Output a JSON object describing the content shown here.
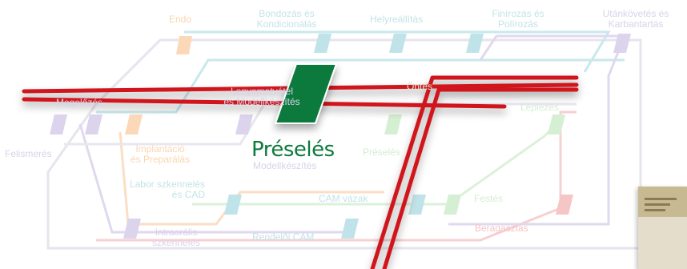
{
  "diagram": {
    "highlight_label": "Préselés",
    "labels": {
      "endo": "Endo",
      "bondozas": "Bondozás és\nKondicionálás",
      "helyreallitas": "Helyreállítás",
      "finirozas": "Finírozás és\nPolírozás",
      "utankovetes": "Utánkövetés és\nKarbantartás",
      "megelozes": "Megelőzés",
      "lenyomatvetel": "Lenyomatvétel\nés Modellkészítés",
      "onto": "Öntés",
      "leplezes": "Leplezés",
      "felismeres": "Felismerés",
      "implantacio": "Implantáció\nés Preparálás",
      "modellkeszites": "Modellkészítés",
      "preseles_small": "Préselés",
      "labor": "Labor szkennelés\nés CAD",
      "cam_vazak": "CAM vázak",
      "festes": "Festés",
      "beragasztas": "Beragasztás",
      "intraoralis": "Intraorális\nszkennelés",
      "rendeloi_cam": "Rendelői CAM"
    },
    "colors": {
      "accent_green": "#0e7a3e",
      "red_line": "#d0121b",
      "teal": "#bfe3e8",
      "lavender": "#dcd3ec",
      "peach": "#fbd9b8",
      "pink": "#f6c6c6",
      "mint": "#d5efd2",
      "grey_line": "#e2e0ea"
    }
  }
}
